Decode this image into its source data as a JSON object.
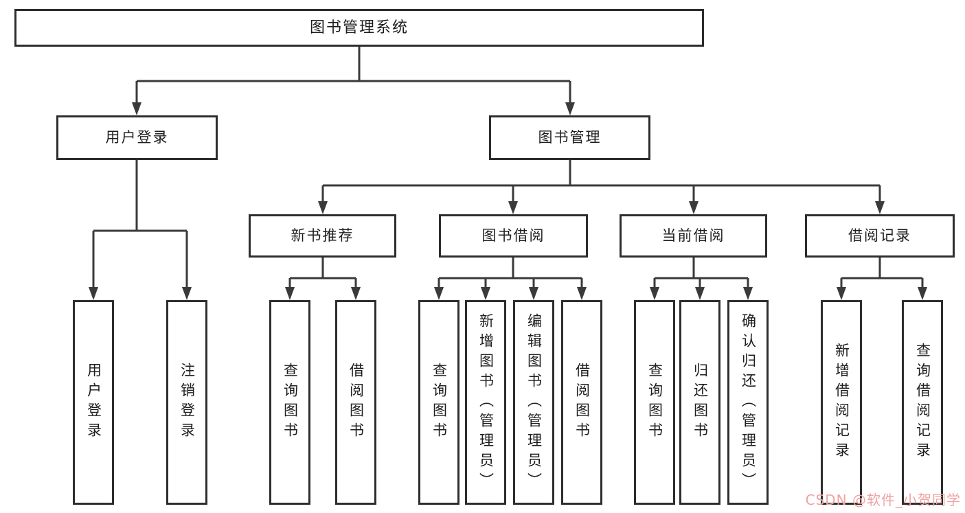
{
  "colors": {
    "line": "#3a3a3a",
    "border": "#2d2d2d",
    "text": "#1e1e1e",
    "watermark": "#f0a2a2",
    "background": "#ffffff"
  },
  "watermark": {
    "text": "CSDN @软件_小贺同学"
  },
  "tree": {
    "root": {
      "label": "图书管理系统"
    },
    "branches": [
      {
        "label": "用户登录",
        "children": [
          {
            "label": "用户登录"
          },
          {
            "label": "注销登录"
          }
        ]
      },
      {
        "label": "图书管理",
        "children": [
          {
            "label": "新书推荐",
            "children": [
              {
                "label": "查询图书"
              },
              {
                "label": "借阅图书"
              }
            ]
          },
          {
            "label": "图书借阅",
            "children": [
              {
                "label": "查询图书"
              },
              {
                "label": "新增图书（管理员）"
              },
              {
                "label": "编辑图书（管理员）"
              },
              {
                "label": "借阅图书"
              }
            ]
          },
          {
            "label": "当前借阅",
            "children": [
              {
                "label": "查询图书"
              },
              {
                "label": "归还图书"
              },
              {
                "label": "确认归还（管理员）"
              }
            ]
          },
          {
            "label": "借阅记录",
            "children": [
              {
                "label": "新增借阅记录"
              },
              {
                "label": "查询借阅记录"
              }
            ]
          }
        ]
      }
    ]
  }
}
